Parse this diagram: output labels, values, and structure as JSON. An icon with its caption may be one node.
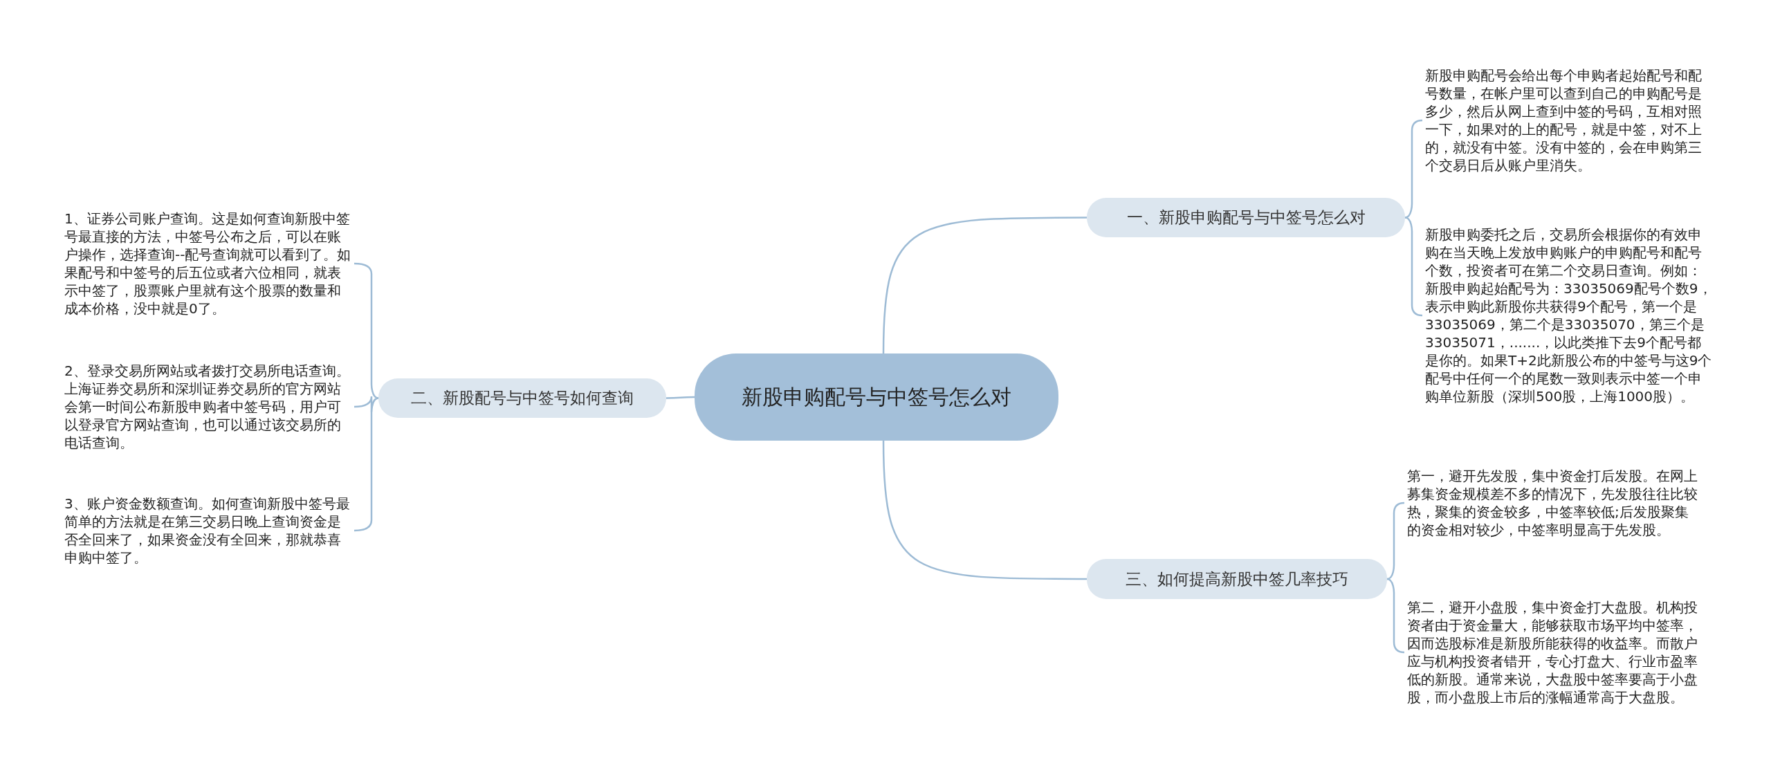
{
  "diagram": {
    "nodes": [
      {
        "text": [
          "新股申购配号与中签号怎么对"
        ]
      },
      {
        "text": [
          "一、新股申购配号与中签号怎么对"
        ]
      },
      {
        "text": [
          "新股申购配号会给出每个申购者起始配号和配号数量，在帐户里可以查到自己的申购配号是多少，然后从网上查到中签的号码，互相对照一下，如果对的上的配号，就是中签，对不上的，就没有中签。没有中签的，会在申购第三个交易日后从账户里消失。"
        ]
      },
      {
        "text": [
          "新股申购委托之后，交易所会根据你的有效申购在当天晚上发放申购账户的申购配号和配号个数，投资者可在第二个交易日查询。例如：新股申购起始配号为：33035069配号个数9，表示申购此新股你共获得9个配号，第一个是33035069，第二个是33035070，第三个是33035071，.......，以此类推下去9个配号都是你的。如果T+2此新股公布的中签号与这9个配号中任何一个的尾数一致则表示中签一个申购单位新股（深圳500股，上海1000股）。"
        ]
      },
      {
        "text": [
          "二、新股配号与中签号如何查询"
        ]
      },
      {
        "text": [
          "1、证券公司账户查询。这是如何查询新股中签号最直接的方法，中签号公布之后，可以在账户操作，选择查询--配号查询就可以看到了。如果配号和中签号的后五位或者六位相同，就表示中签了，股票账户里就有这个股票的数量和成本价格，没中就是0了。"
        ]
      },
      {
        "text": [
          "2、登录交易所网站或者拨打交易所电话查询。上海证券交易所和深圳证券交易所的官方网站会第一时间公布新股申购者中签号码，用户可以登录官方网站查询，也可以通过该交易所的电话查询。"
        ]
      },
      {
        "text": [
          "3、账户资金数额查询。如何查询新股中签号最简单的方法就是在第三交易日晚上查询资金是否全回来了，如果资金没有全回来，那就恭喜申购中签了。"
        ]
      },
      {
        "text": [
          "三、如何提高新股中签几率技巧"
        ]
      },
      {
        "text": [
          "第一，避开先发股，集中资金打后发股。在网上募集资金规模差不多的情况下，先发股往往比较热，聚集的资金较多，中签率较低;后发股聚集的资金相对较少，中签率明显高于先发股。"
        ]
      },
      {
        "text": [
          "第二，避开小盘股，集中资金打大盘股。机构投资者由于资金量大，能够获取市场平均中签率，因而选股标准是新股所能获得的收益率。而散户应与机构投资者错开，专心打盘大、行业市盈率低的新股。通常来说，大盘股中签率要高于小盘股，而小盘股上市后的涨幅通常高于大盘股。"
        ]
      }
    ],
    "edges": [
      {
        "from": 0,
        "to": 1,
        "arrow": "none"
      },
      {
        "from": 1,
        "to": 2,
        "arrow": "none"
      },
      {
        "from": 1,
        "to": 3,
        "arrow": "none"
      },
      {
        "from": 0,
        "to": 4,
        "arrow": "none"
      },
      {
        "from": 4,
        "to": 5,
        "arrow": "none"
      },
      {
        "from": 4,
        "to": 6,
        "arrow": "none"
      },
      {
        "from": 4,
        "to": 7,
        "arrow": "none"
      },
      {
        "from": 0,
        "to": 8,
        "arrow": "none"
      },
      {
        "from": 8,
        "to": 9,
        "arrow": "none"
      },
      {
        "from": 8,
        "to": 10,
        "arrow": "none"
      }
    ]
  }
}
